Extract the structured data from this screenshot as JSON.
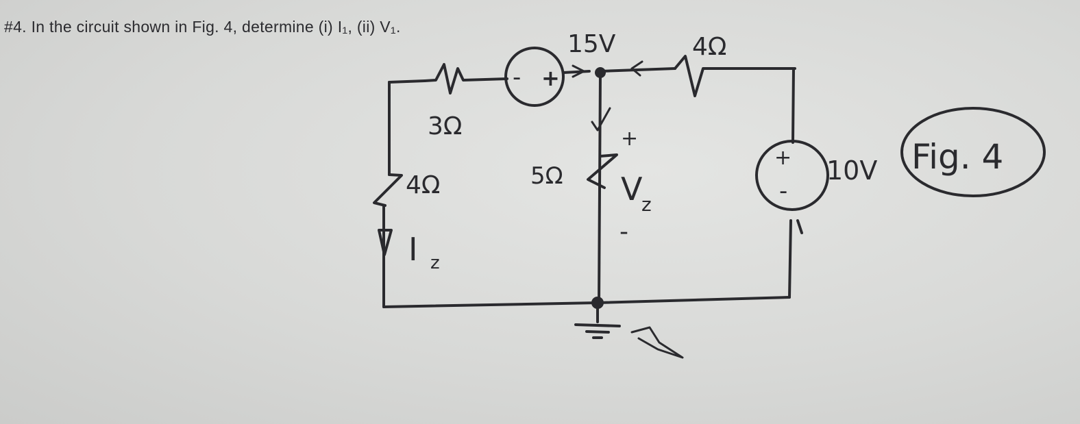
{
  "problem": {
    "text": "#4. In the circuit shown in Fig. 4, determine (i) I₁, (ii) V₁."
  },
  "figure": {
    "label": "Fig. 4"
  },
  "components": {
    "source_15v": {
      "value": "15V",
      "minus": "-",
      "plus": "+"
    },
    "r_top_right": {
      "value": "4Ω"
    },
    "r_top_left": {
      "value": "3Ω"
    },
    "r_left": {
      "value": "4Ω"
    },
    "r_middle": {
      "value": "5Ω"
    },
    "source_10v": {
      "value": "10V",
      "plus": "+",
      "minus": "-"
    }
  },
  "labels": {
    "current": "I",
    "current_sub": "z",
    "voltage": "V",
    "voltage_sub": "z",
    "v_plus": "+",
    "v_minus": "-"
  }
}
